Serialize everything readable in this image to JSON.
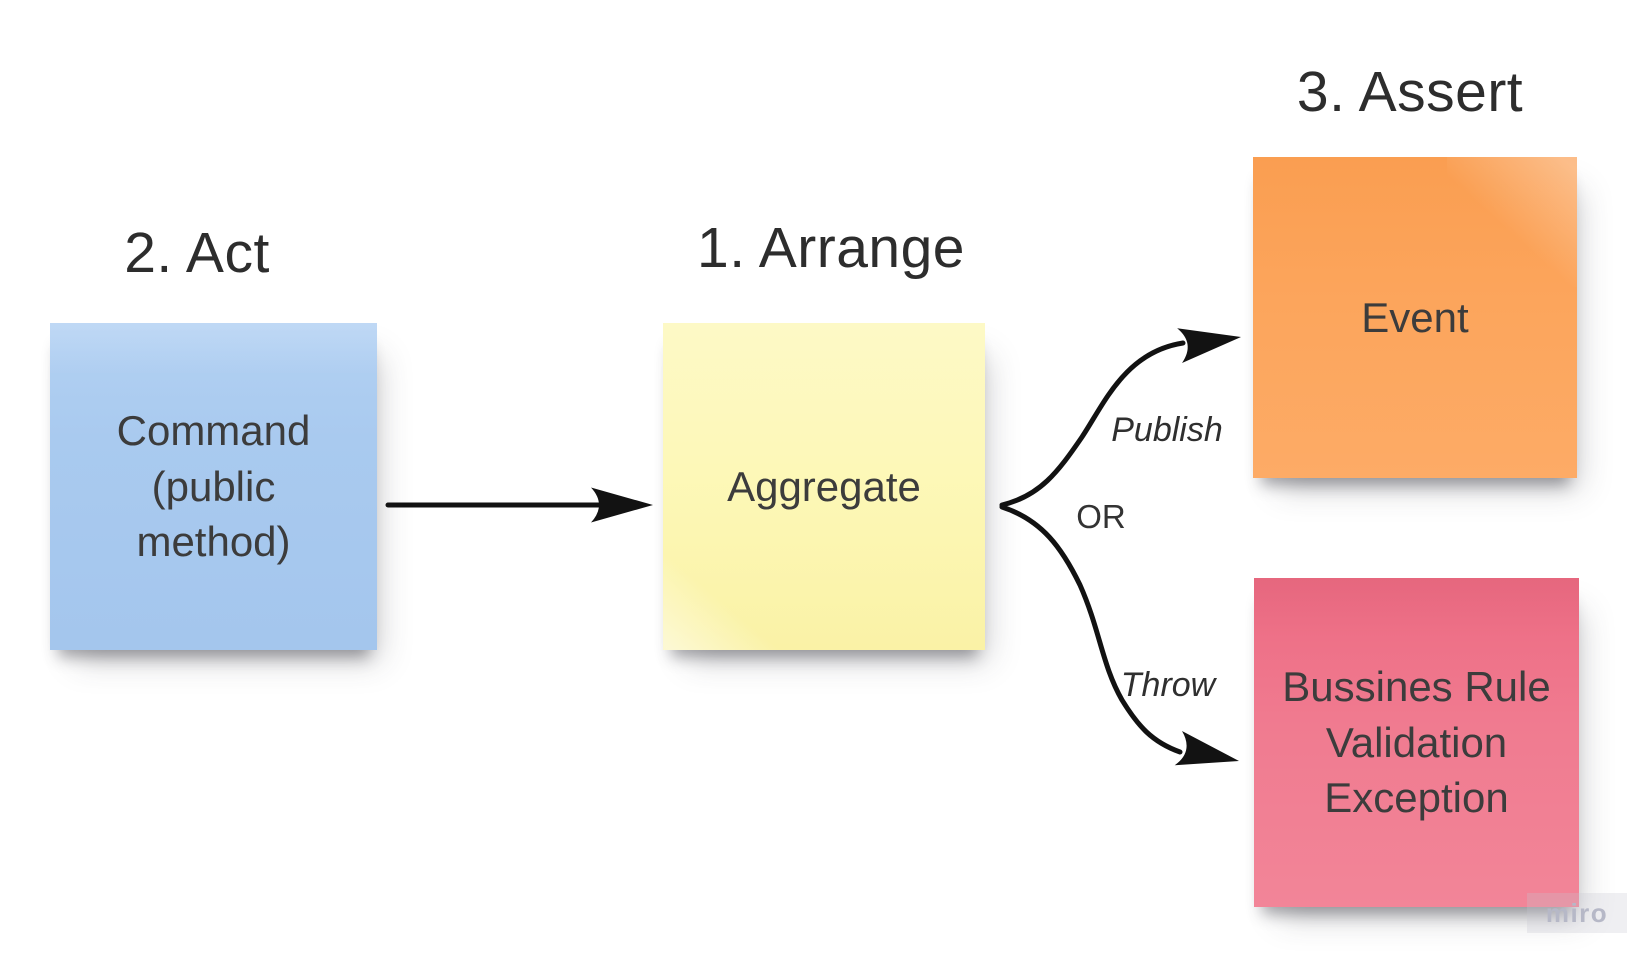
{
  "board": {
    "background": "#ffffff",
    "watermark": {
      "label": "miro",
      "text_color": "#b6b8c7",
      "box_color": "rgba(196,198,210,0.28)"
    }
  },
  "titles": {
    "arrange": "1. Arrange",
    "act": "2. Act",
    "assert": "3. Assert"
  },
  "notes": {
    "command": {
      "text": "Command\n(public\nmethod)",
      "fill": "linear-gradient(180deg, #b3d1f3 0%, #a9caef 35%, #a4c6ed 100%)",
      "base_color": "#a8c8ee"
    },
    "aggregate": {
      "text": "Aggregate",
      "fill": "linear-gradient(180deg, #fdf9c6 0%, #fdf8b8 45%, #faf2a6 100%)",
      "base_color": "#fdf8b6"
    },
    "event": {
      "text": "Event",
      "fill": "linear-gradient(180deg, #fa9e51 0%, #fca55c 45%, #fdab66 100%)",
      "base_color": "#fca55c"
    },
    "exception": {
      "text": "Bussines Rule\nValidation\nException",
      "fill": "linear-gradient(180deg, #ed6a82 0%, #f07b90 45%, #f28598 100%)",
      "base_color": "#f07e92"
    }
  },
  "connectors": {
    "stroke": "#121212",
    "command_to_aggregate": "",
    "publish_label": "Publish",
    "or_label": "OR",
    "throw_label": "Throw"
  },
  "palette": {
    "title_text": "#2d2d2d",
    "note_text": "#3c3c3c",
    "label_text": "#2f2f2f"
  }
}
